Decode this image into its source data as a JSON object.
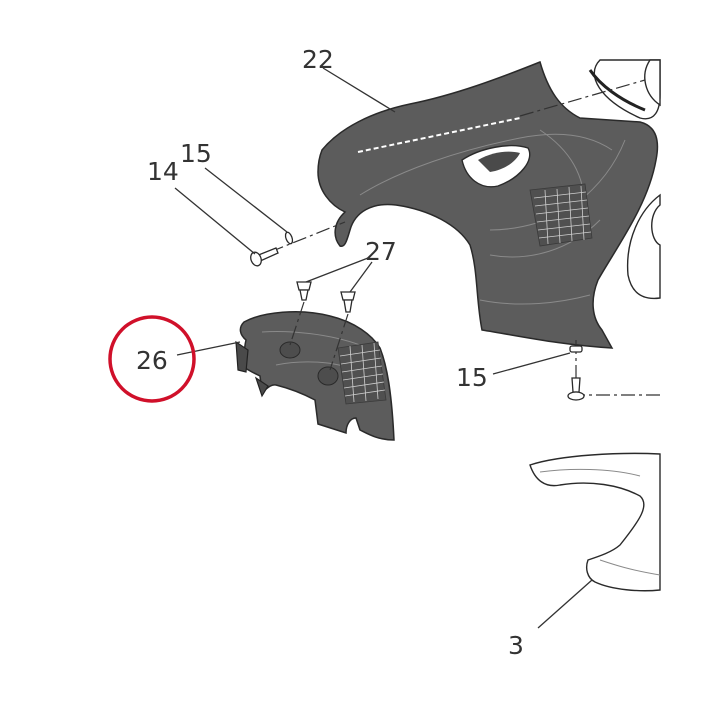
{
  "diagram": {
    "callouts": {
      "c22": "22",
      "c15_top": "15",
      "c14": "14",
      "c27": "27",
      "c26": "26",
      "c15_bottom": "15",
      "c3": "3"
    },
    "highlight": {
      "target": "26",
      "color": "#d0102a"
    },
    "colors": {
      "part_fill": "#5c5c5c",
      "outline": "#2a2a2a"
    }
  }
}
